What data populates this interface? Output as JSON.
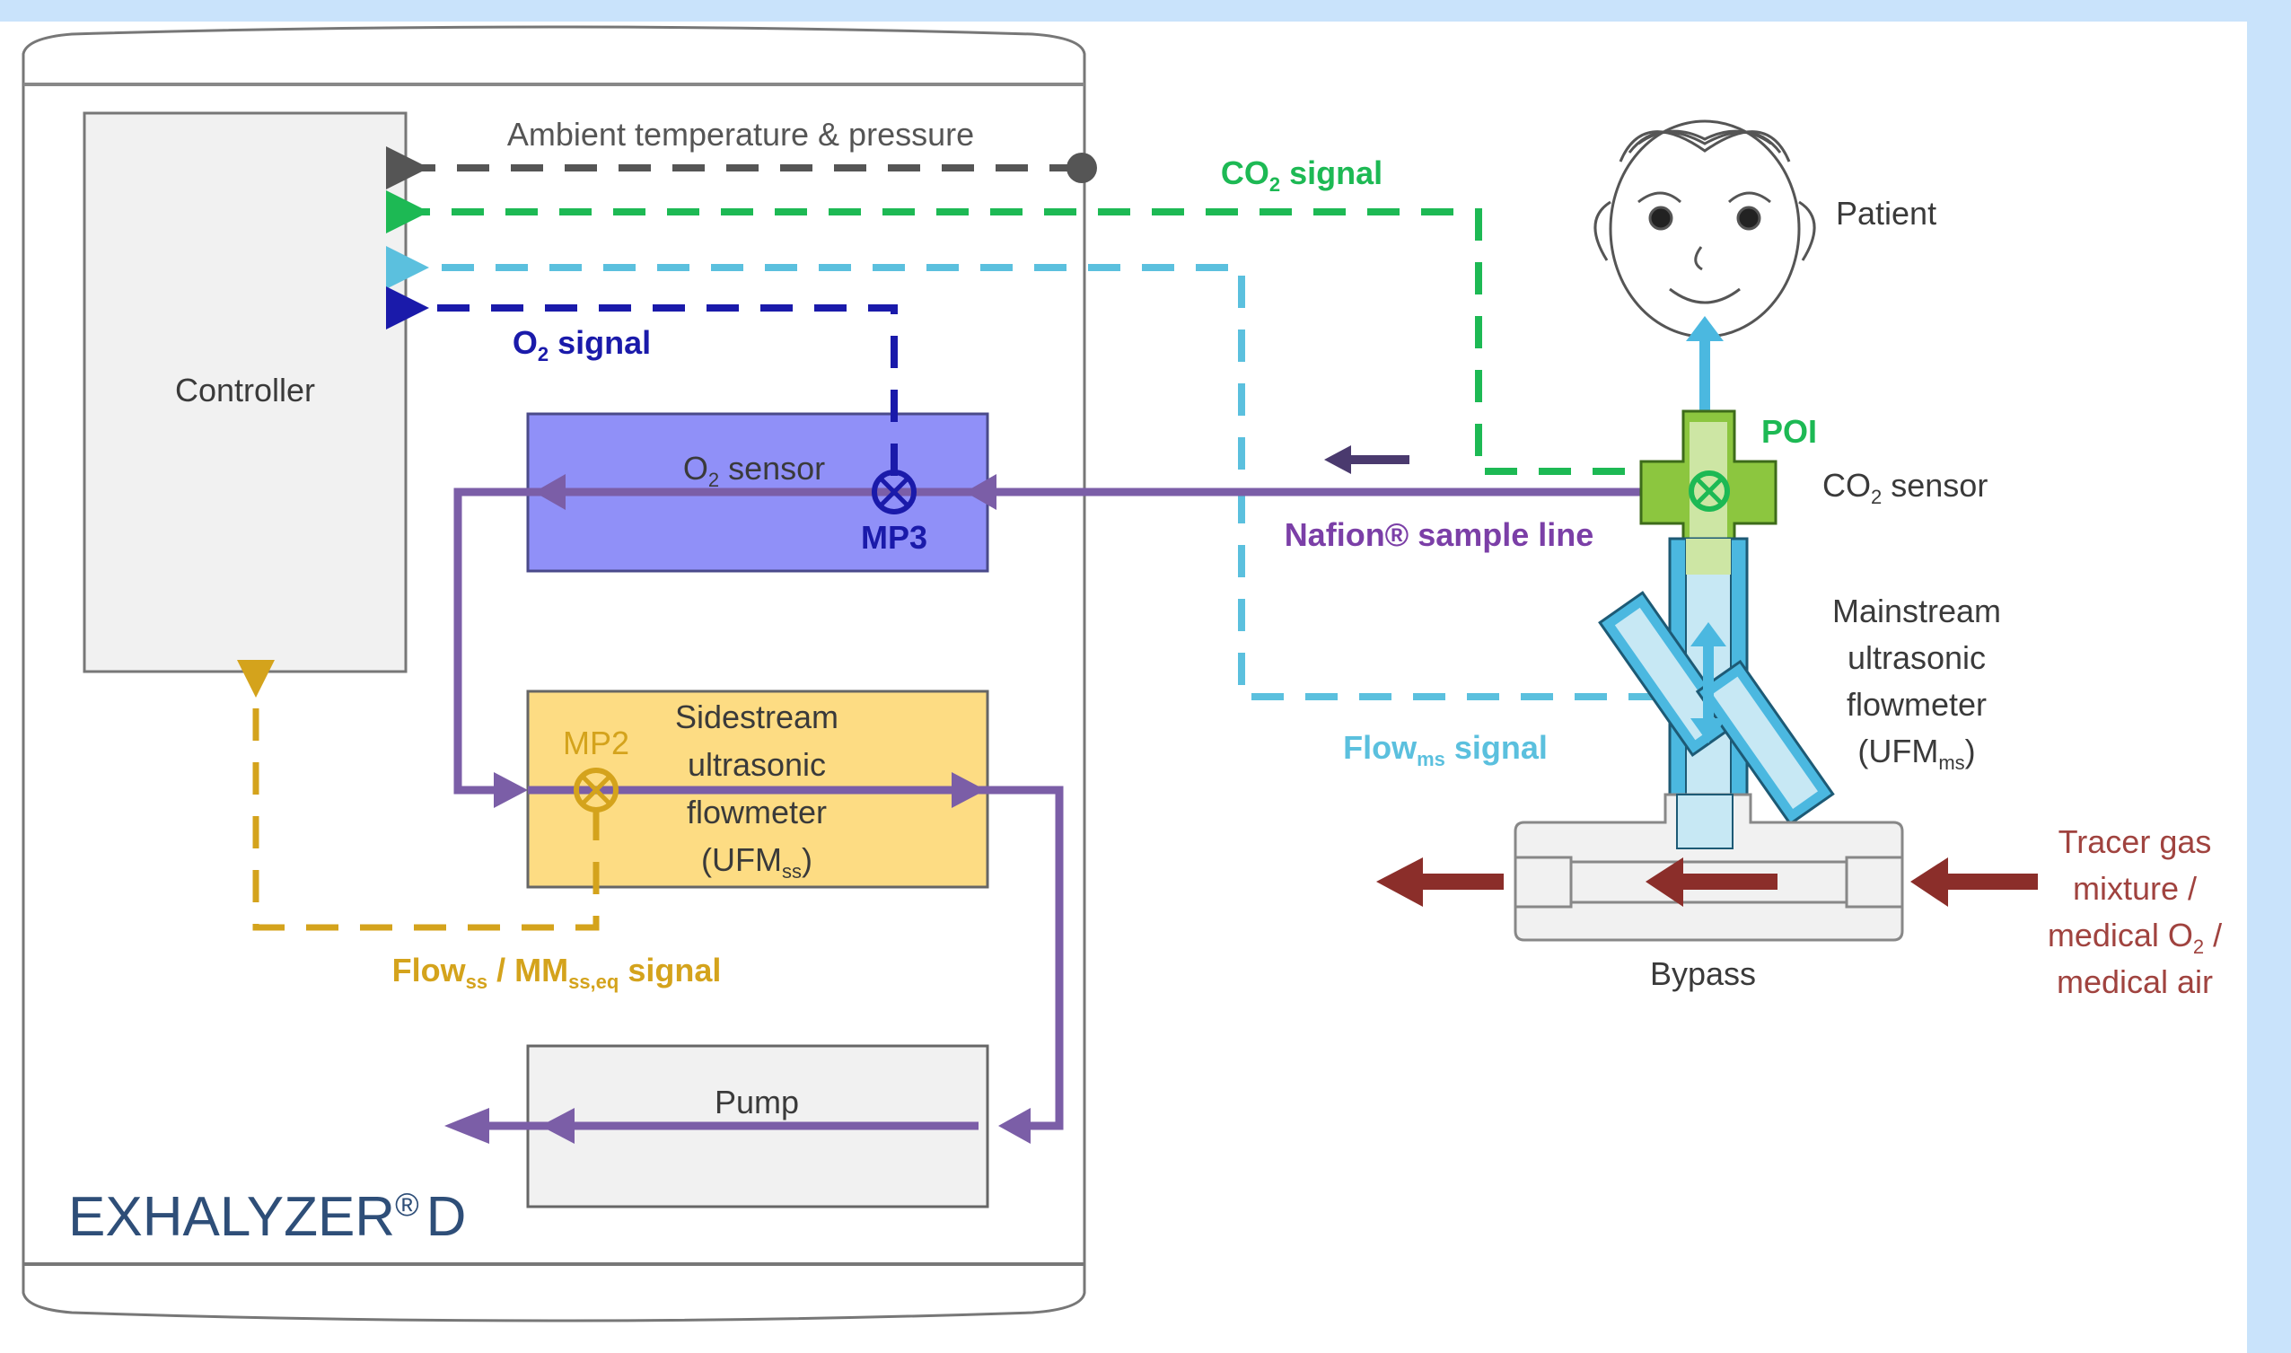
{
  "colors": {
    "frame_bg": "#c9e3fb",
    "canvas_bg": "#ffffff",
    "ambient_signal": "#555555",
    "co2_signal": "#1db954",
    "flow_ms_signal": "#5bc0de",
    "o2_signal": "#1a1aaa",
    "sample_line": "#7b5ea7",
    "flow_ss_signal": "#d4a31c",
    "tracer_gas": "#8b2e2a",
    "o2_sensor_fill": "#9090f8",
    "sidestream_fill": "#fddc83",
    "controller_fill": "#f1f1f1",
    "logo": "#2e4e78",
    "co2_sensor_fill": "#8cc63f",
    "ufm_ms_fill": "#4bb8e0"
  },
  "device": {
    "brand": "EXHALYZER",
    "brand_mark": "®",
    "brand_suffix": "D",
    "controller_label": "Controller",
    "o2_sensor": {
      "label_main": "O",
      "label_sub": "2",
      "label_rest": " sensor",
      "measure_point": "MP3"
    },
    "sidestream": {
      "lines": [
        "Sidestream",
        "ultrasonic",
        "flowmeter"
      ],
      "abbr_main": "(UFM",
      "abbr_sub": "ss",
      "abbr_end": ")",
      "measure_point": "MP2"
    },
    "pump_label": "Pump"
  },
  "signals": {
    "ambient": "Ambient temperature & pressure",
    "co2": {
      "main": "CO",
      "sub": "2",
      "rest": " signal"
    },
    "o2": {
      "main": "O",
      "sub": "2",
      "rest": " signal"
    },
    "flow_ms": {
      "main": "Flow",
      "sub": "ms",
      "rest": " signal"
    },
    "flow_ss": {
      "a": "Flow",
      "a_sub": "ss",
      "b": " / MM",
      "b_sub": "ss,eq",
      "c": " signal"
    }
  },
  "external": {
    "patient_label": "Patient",
    "poi_label": "POI",
    "co2_sensor": {
      "main": "CO",
      "sub": "2",
      "rest": " sensor"
    },
    "sample_line_label": "Nafion® sample line",
    "mainstream": {
      "lines": [
        "Mainstream",
        "ultrasonic",
        "flowmeter"
      ],
      "abbr_main": "(UFM",
      "abbr_sub": "ms",
      "abbr_end": ")"
    },
    "bypass_label": "Bypass",
    "tracer_lines": [
      "Tracer gas",
      "mixture /"
    ],
    "tracer_o2": {
      "main": "medical O",
      "sub": "2",
      "rest": " /"
    },
    "tracer_last": "medical air"
  }
}
